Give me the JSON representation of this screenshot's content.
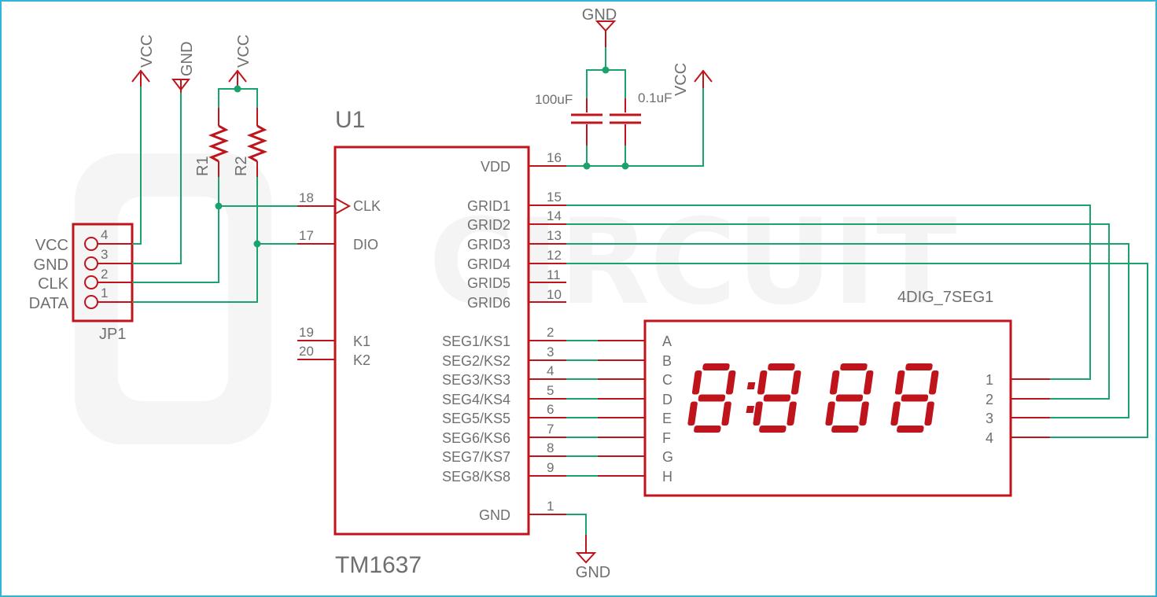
{
  "watermark": {
    "text": "CIRCUIT"
  },
  "u1": {
    "ref": "U1",
    "value": "TM1637",
    "left_pins": [
      {
        "num": "18",
        "name": "CLK"
      },
      {
        "num": "17",
        "name": "DIO"
      },
      {
        "num": "19",
        "name": "K1"
      },
      {
        "num": "20",
        "name": "K2"
      }
    ],
    "right_pins": [
      {
        "num": "16",
        "name": "VDD"
      },
      {
        "num": "15",
        "name": "GRID1"
      },
      {
        "num": "14",
        "name": "GRID2"
      },
      {
        "num": "13",
        "name": "GRID3"
      },
      {
        "num": "12",
        "name": "GRID4"
      },
      {
        "num": "11",
        "name": "GRID5"
      },
      {
        "num": "10",
        "name": "GRID6"
      },
      {
        "num": "2",
        "name": "SEG1/KS1"
      },
      {
        "num": "3",
        "name": "SEG2/KS2"
      },
      {
        "num": "4",
        "name": "SEG3/KS3"
      },
      {
        "num": "5",
        "name": "SEG4/KS4"
      },
      {
        "num": "6",
        "name": "SEG5/KS5"
      },
      {
        "num": "7",
        "name": "SEG6/KS6"
      },
      {
        "num": "8",
        "name": "SEG7/KS7"
      },
      {
        "num": "9",
        "name": "SEG8/KS8"
      },
      {
        "num": "1",
        "name": "GND"
      }
    ]
  },
  "jp1": {
    "ref": "JP1",
    "pin_nums": [
      "4",
      "3",
      "2",
      "1"
    ],
    "pin_labels": [
      "VCC",
      "GND",
      "CLK",
      "DATA"
    ]
  },
  "resistors": {
    "r1": "R1",
    "r2": "R2"
  },
  "capacitors": {
    "c1_value": "100uF",
    "c2_value": "0.1uF"
  },
  "power": {
    "vcc": "VCC",
    "gnd": "GND"
  },
  "display": {
    "name": "4DIG_7SEG1",
    "segment_labels": [
      "A",
      "B",
      "C",
      "D",
      "E",
      "F",
      "G",
      "H"
    ],
    "digit_pins": [
      "1",
      "2",
      "3",
      "4"
    ]
  },
  "colors": {
    "part": "#c0141c",
    "wire": "#1aa36d",
    "text": "#6f6f6f",
    "frame": "#2fb5d6"
  }
}
